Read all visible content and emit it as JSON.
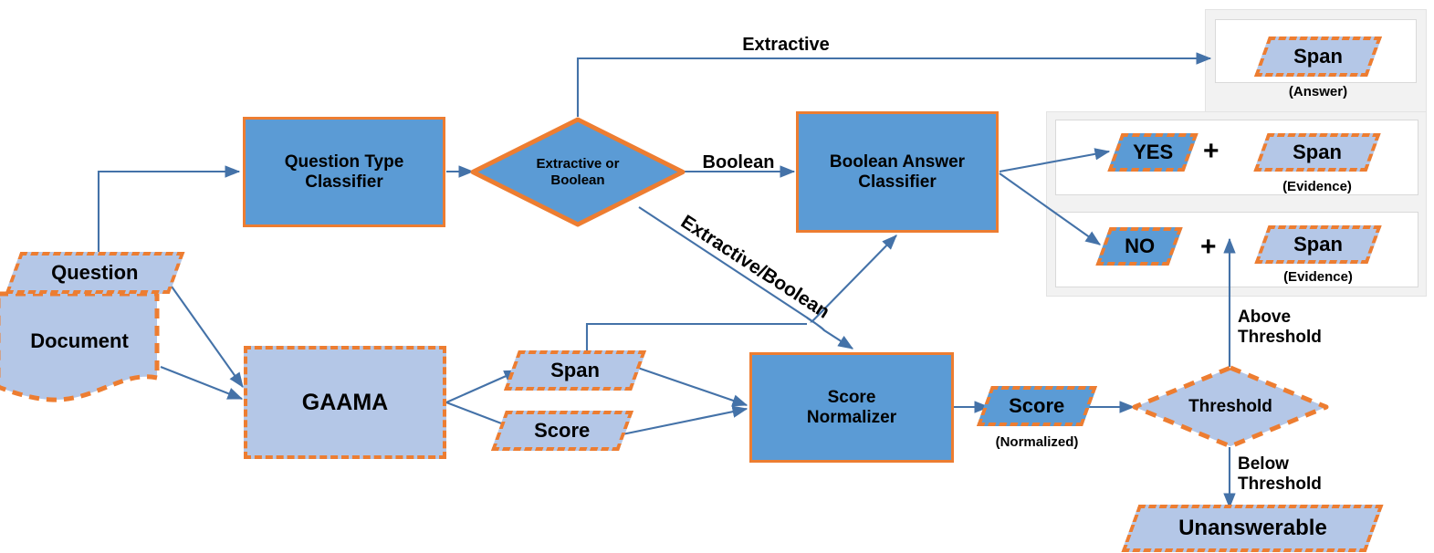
{
  "diagram": {
    "title": "GAAMA question answering pipeline flowchart",
    "colors": {
      "process_fill": "#5B9BD5",
      "data_fill": "#B4C7E7",
      "border_accent": "#ED7D31",
      "edge_line": "#4472A8",
      "panel_bg": "#F2F2F2",
      "panel_inner_bg": "#FFFFFF"
    }
  },
  "nodes": {
    "question": "Question",
    "document": "Document",
    "question_type_classifier": "Question Type\nClassifier",
    "extractive_or_boolean": "Extractive or\nBoolean",
    "boolean_answer_classifier": "Boolean Answer\nClassifier",
    "gaama": "GAAMA",
    "gaama_span": "Span",
    "gaama_score": "Score",
    "score_normalizer": "Score\nNormalizer",
    "normalized_score": "Score",
    "normalized_caption": "(Normalized)",
    "threshold": "Threshold",
    "unanswerable": "Unanswerable",
    "answer_span": "Span",
    "answer_caption": "(Answer)",
    "yes": "YES",
    "yes_plus": "+",
    "yes_span": "Span",
    "yes_caption": "(Evidence)",
    "no": "NO",
    "no_plus": "+",
    "no_span": "Span",
    "no_caption": "(Evidence)"
  },
  "edge_labels": {
    "extractive": "Extractive",
    "boolean": "Boolean",
    "extractive_boolean": "Extractive/Boolean",
    "above_threshold": "Above\nThreshold",
    "below_threshold": "Below\nThreshold"
  }
}
